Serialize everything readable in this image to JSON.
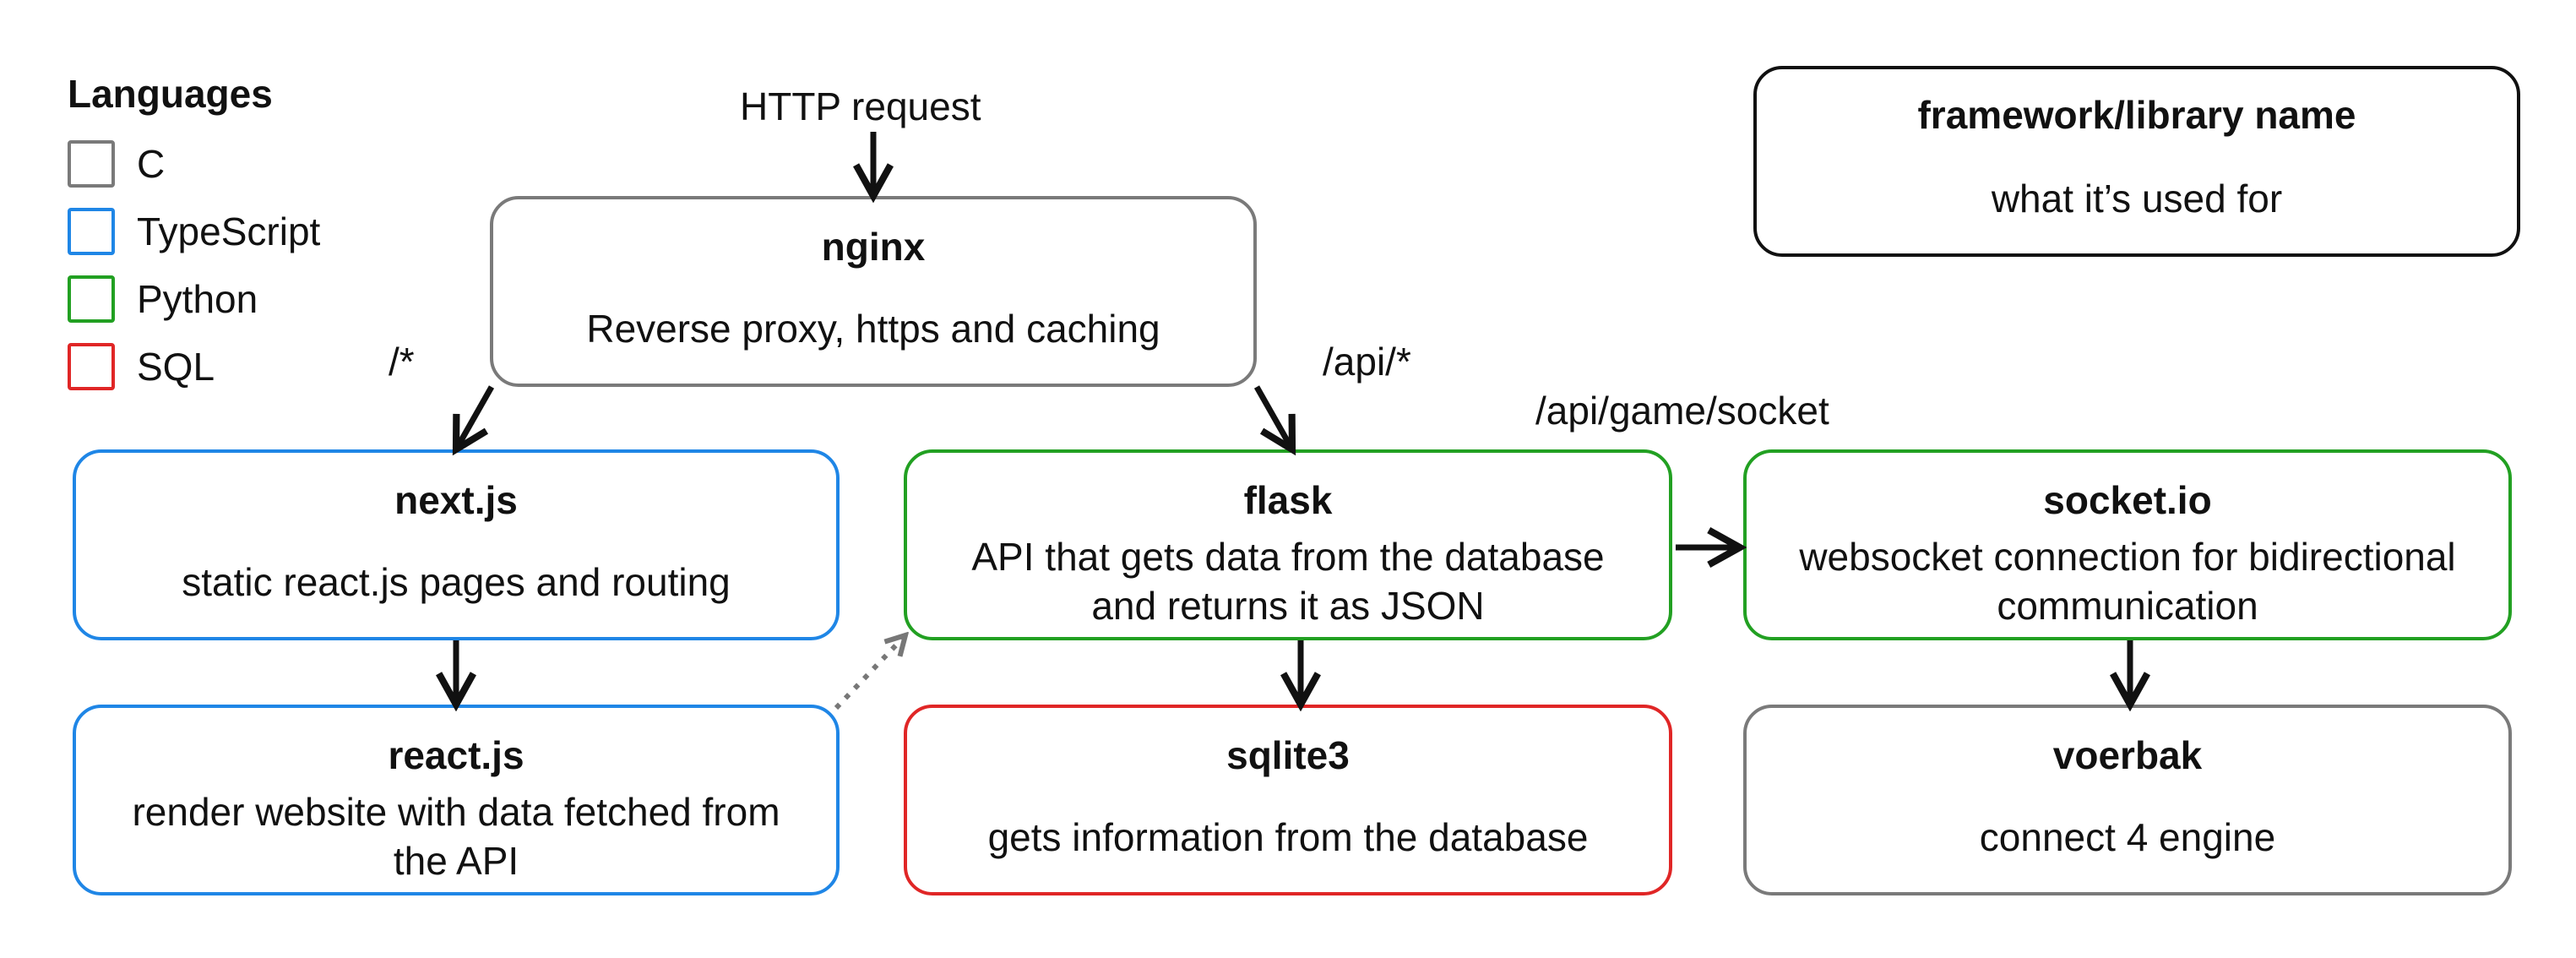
{
  "legend": {
    "title": "Languages",
    "items": [
      {
        "label": "C",
        "color": "#7a7a7a"
      },
      {
        "label": "TypeScript",
        "color": "#1f86e6"
      },
      {
        "label": "Python",
        "color": "#22a022"
      },
      {
        "label": "SQL",
        "color": "#e02626"
      }
    ]
  },
  "key_box": {
    "title": "framework/library name",
    "desc": "what it’s used for"
  },
  "entry_label": "HTTP request",
  "edge_labels": {
    "root": "/*",
    "api": "/api/*",
    "socket": "/api/game/socket"
  },
  "nodes": {
    "nginx": {
      "title": "nginx",
      "desc": "Reverse proxy, https and caching",
      "language": "C"
    },
    "nextjs": {
      "title": "next.js",
      "desc": "static react.js pages and routing",
      "language": "TypeScript"
    },
    "flask": {
      "title": "flask",
      "desc_line1": "API that gets data from the database",
      "desc_line2": "and returns it as JSON",
      "language": "Python"
    },
    "socketio": {
      "title": "socket.io",
      "desc_line1": "websocket connection for bidirectional",
      "desc_line2": "communication",
      "language": "Python"
    },
    "reactjs": {
      "title": "react.js",
      "desc_line1": "render website with data fetched from",
      "desc_line2": "the API",
      "language": "TypeScript"
    },
    "sqlite3": {
      "title": "sqlite3",
      "desc": "gets information from the database",
      "language": "SQL"
    },
    "voerbak": {
      "title": "voerbak",
      "desc": "connect 4 engine",
      "language": "C"
    }
  }
}
